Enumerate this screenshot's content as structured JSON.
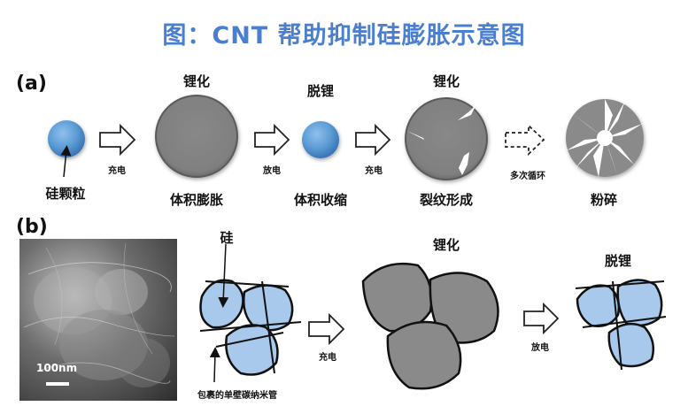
{
  "title": "图：CNT 帮助抑制硅膨胀示意图",
  "panel_a": {
    "label": "(a)",
    "particle_label": "硅颗粒",
    "arrows": [
      "充电",
      "放电",
      "充电",
      "多次循环"
    ],
    "states_top": [
      "锂化",
      "脱锂",
      "锂化"
    ],
    "states_bottom": [
      "体积膨胀",
      "体积收缩",
      "裂纹形成",
      "粉碎"
    ]
  },
  "panel_b": {
    "label": "(b)",
    "scale_label": "100nm",
    "si_label": "硅",
    "cnt_label": "包裹的单壁碳纳米管",
    "lithiated_label": "锂化",
    "delithiated_label": "脱锂",
    "charge_label": "充电",
    "discharge_label": "放电"
  },
  "colors": {
    "title": "#4a7fd0",
    "silicon": "#5b9bd5",
    "silicon_light": "#a8c8ec",
    "lithiated_gray": "#8a8a8a"
  }
}
